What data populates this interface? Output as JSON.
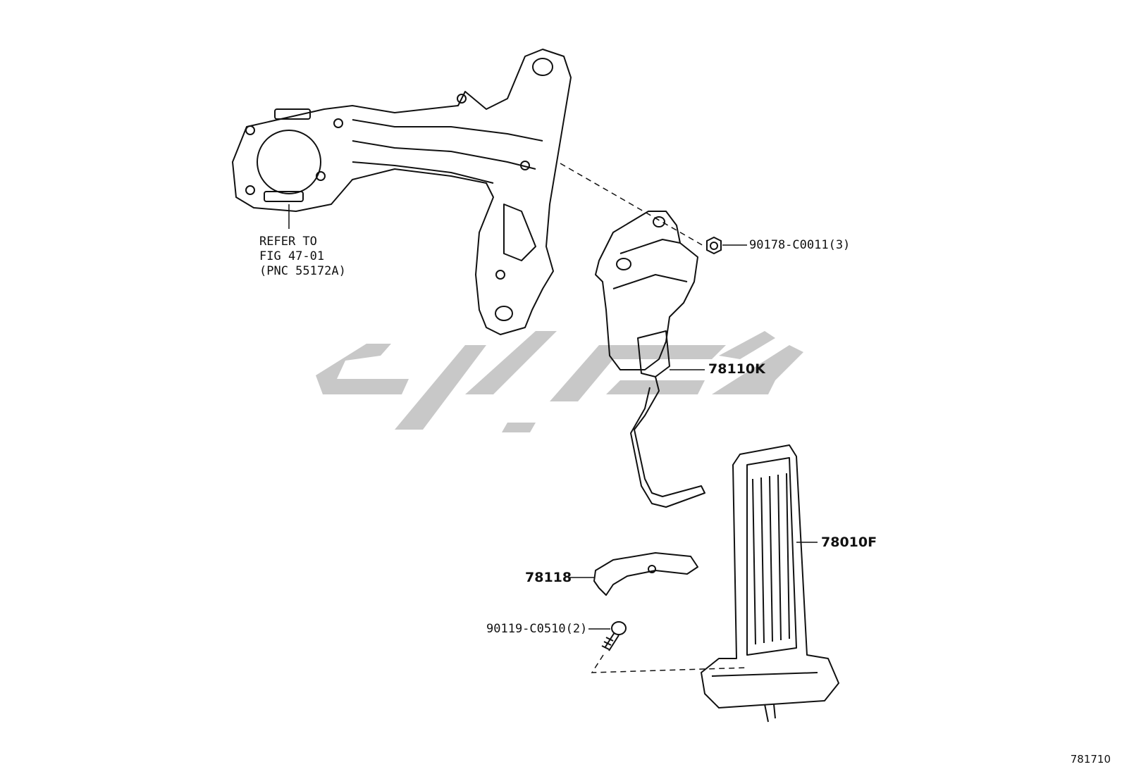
{
  "figure_number": "781710",
  "watermark_color": "#c8c8c8",
  "line_color": "#111111",
  "callouts": {
    "refer_to_line1": "REFER TO",
    "refer_to_line2": "FIG 47-01",
    "refer_to_line3": "(PNC 55172A)",
    "nut_label": "90178-C0011(3)",
    "sensor_label": "78110K",
    "pedal_label": "78010F",
    "cover_label": "78118",
    "bolt_label": "90119-C0510(2)"
  }
}
